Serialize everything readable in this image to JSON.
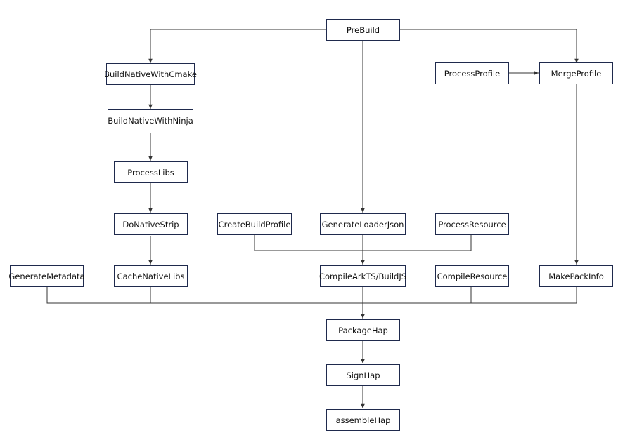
{
  "nodes": {
    "prebuild": "PreBuild",
    "build_native_cmake": "BuildNativeWithCmake",
    "build_native_ninja": "BuildNativeWithNinja",
    "process_libs": "ProcessLibs",
    "do_native_strip": "DoNativeStrip",
    "cache_native_libs": "CacheNativeLibs",
    "generate_metadata": "GenerateMetadata",
    "create_build_profile": "CreateBuildProfile",
    "generate_loader_json": "GenerateLoaderJson",
    "process_resource": "ProcessResource",
    "compile_arkts": "CompileArkTS/BuildJS",
    "compile_resource": "CompileResource",
    "process_profile": "ProcessProfile",
    "merge_profile": "MergeProfile",
    "make_pack_info": "MakePackInfo",
    "package_hap": "PackageHap",
    "sign_hap": "SignHap",
    "assemble_hap": "assembleHap"
  },
  "colors": {
    "border": "#1f2a4d",
    "line": "#333333",
    "text": "#111111"
  }
}
